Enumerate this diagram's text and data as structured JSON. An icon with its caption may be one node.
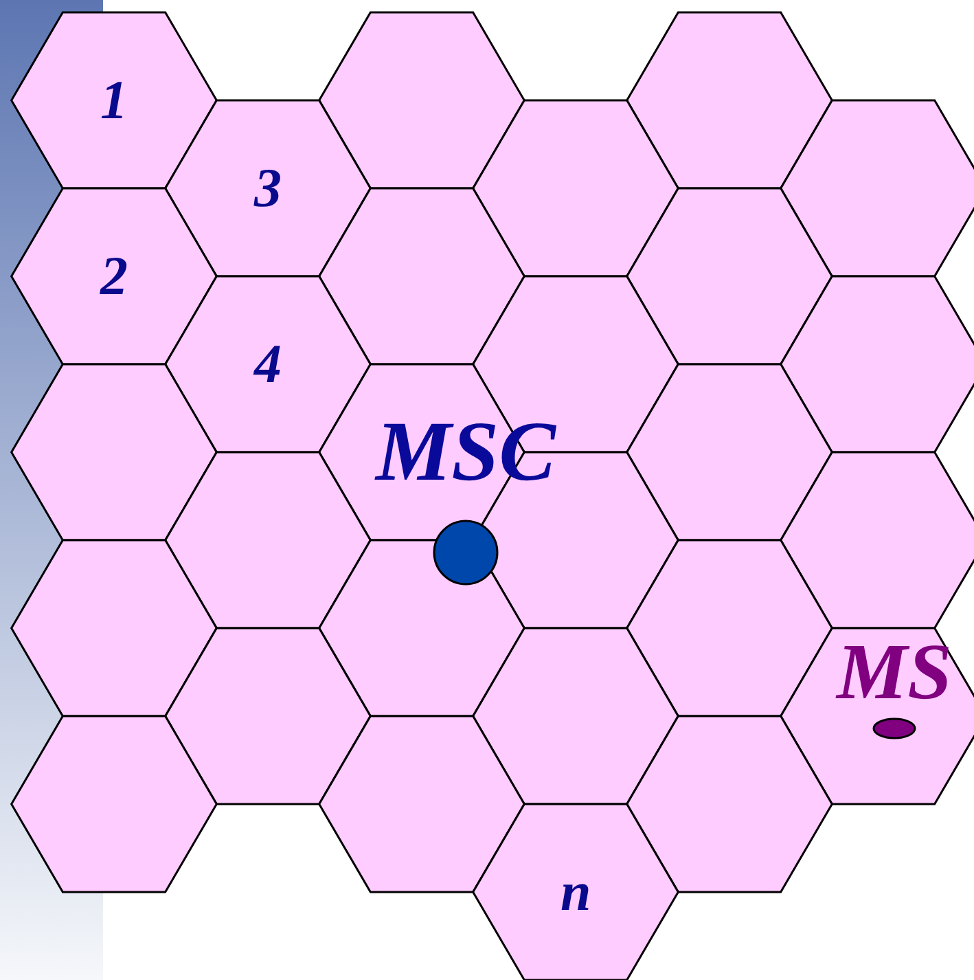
{
  "diagram": {
    "nodes": [
      {
        "text": [
          "1"
        ]
      },
      {
        "text": [],
        "shape": "hexagon"
      },
      {
        "text": [],
        "shape": "hexagon"
      },
      {
        "text": [
          "3"
        ]
      },
      {
        "text": [],
        "shape": "hexagon"
      },
      {
        "text": [],
        "shape": "hexagon"
      },
      {
        "text": [
          "2"
        ]
      },
      {
        "text": [],
        "shape": "hexagon"
      },
      {
        "text": [],
        "shape": "hexagon"
      },
      {
        "text": [
          "4"
        ]
      },
      {
        "text": [],
        "shape": "hexagon"
      },
      {
        "text": [],
        "shape": "hexagon"
      },
      {
        "text": [],
        "shape": "hexagon"
      },
      {
        "text": [],
        "shape": "hexagon"
      },
      {
        "text": [],
        "shape": "hexagon"
      },
      {
        "text": [],
        "shape": "hexagon"
      },
      {
        "text": [],
        "shape": "hexagon"
      },
      {
        "text": [],
        "shape": "hexagon"
      },
      {
        "text": [],
        "shape": "hexagon"
      },
      {
        "text": [],
        "shape": "hexagon"
      },
      {
        "text": [],
        "shape": "hexagon"
      },
      {
        "text": [],
        "shape": "hexagon"
      },
      {
        "text": [],
        "shape": "hexagon"
      },
      {
        "text": [],
        "shape": "hexagon"
      },
      {
        "text": [],
        "shape": "hexagon"
      },
      {
        "text": [],
        "shape": "hexagon"
      },
      {
        "text": [],
        "shape": "hexagon"
      },
      {
        "text": [
          "n"
        ]
      },
      {
        "text": [],
        "shape": "circle",
        "beside": [
          "MSC"
        ]
      },
      {
        "text": [],
        "shape": "ellipse",
        "beside": [
          "MS"
        ],
        "in": 23
      }
    ]
  }
}
